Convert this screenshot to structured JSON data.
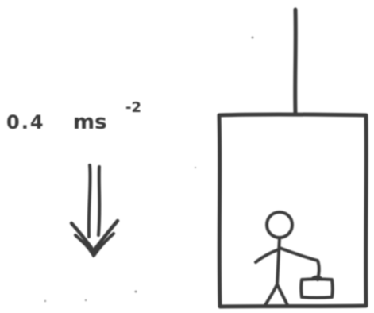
{
  "acceleration": {
    "value": "0.4",
    "unit": "ms",
    "exponent": "-2",
    "direction": "down"
  },
  "colors": {
    "ink": "#3c3c3c",
    "background": "#ffffff"
  }
}
